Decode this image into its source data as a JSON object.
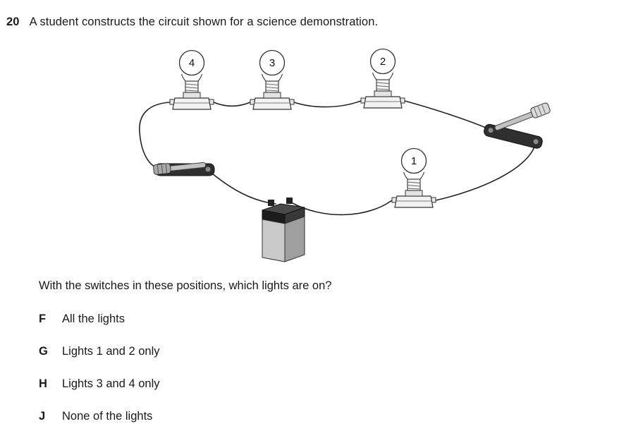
{
  "question": {
    "number": "20",
    "stem": "A student constructs the circuit shown for a science demonstration.",
    "prompt": "With the switches in these positions, which lights are on?"
  },
  "choices": [
    {
      "letter": "F",
      "text": "All the lights"
    },
    {
      "letter": "G",
      "text": "Lights 1 and 2 only"
    },
    {
      "letter": "H",
      "text": "Lights 3 and 4 only"
    },
    {
      "letter": "J",
      "text": "None of the lights"
    }
  ],
  "circuit": {
    "bulbs": [
      {
        "label": "4"
      },
      {
        "label": "3"
      },
      {
        "label": "2"
      },
      {
        "label": "1"
      }
    ],
    "components": [
      "light-bulb-4",
      "light-bulb-3",
      "light-bulb-2",
      "light-bulb-1",
      "knife-switch-closed-left",
      "knife-switch-open-right",
      "battery"
    ],
    "colors": {
      "wire": "#222222",
      "switch_base": "#2f2f2f",
      "battery_body": "#c9c9c9",
      "text": "#1a1a1a"
    }
  }
}
